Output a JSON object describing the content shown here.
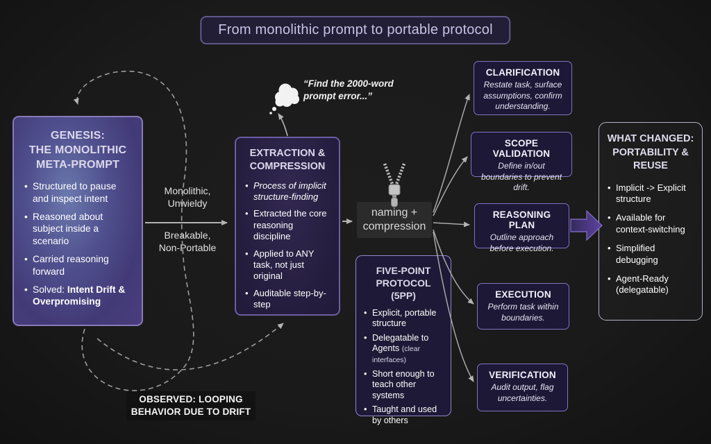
{
  "title": "From monolithic prompt to portable protocol",
  "genesis": {
    "heading": "GENESIS:\nTHE MONOLITHIC\nMETA-PROMPT",
    "bullets": [
      "Structured to pause and inspect intent",
      "Reasoned about subject inside a scenario",
      "Carried reasoning forward"
    ],
    "solved_prefix": "Solved: ",
    "solved_bold": "Intent Drift & Overpromising"
  },
  "flow_labels": {
    "top": "Monolithic,\nUnwieldy",
    "bottom": "Breakable,\nNon-Portable"
  },
  "extraction": {
    "heading": "EXTRACTION &\nCOMPRESSION",
    "bullets": [
      "Process of implicit structure-finding",
      "Extracted the core reasoning discipline",
      "Applied to ANY task, not just original",
      "Auditable step-by-step"
    ]
  },
  "thought_bubble": {
    "text": "“Find the 2000-word\nprompt error...”"
  },
  "naming": {
    "label": "naming +\ncompression"
  },
  "protocol": {
    "heading": "FIVE-POINT\nPROTOCOL (5PP)",
    "bullet1": "Explicit, portable structure",
    "bullet2_main": "Delegatable to Agents ",
    "bullet2_note": "(clear interfaces)",
    "bullet3": "Short enough to teach other systems",
    "bullet4": "Taught and used by others"
  },
  "stages": [
    {
      "title": "CLARIFICATION",
      "desc": "Restate task, surface assumptions, confirm understanding."
    },
    {
      "title": "SCOPE VALIDATION",
      "desc": "Define in/out boundaries to prevent drift."
    },
    {
      "title": "REASONING PLAN",
      "desc": "Outline approach before execution."
    },
    {
      "title": "EXECUTION",
      "desc": "Perform task within boundaries."
    },
    {
      "title": "VERIFICATION",
      "desc": "Audit output, flag uncertainties."
    }
  ],
  "outcome": {
    "heading": "WHAT CHANGED:\nPORTABILITY &\nREUSE",
    "bullets": [
      "Implicit -> Explicit structure",
      "Available for context-switching",
      "Simplified debugging",
      "Agent-Ready (delegatable)"
    ]
  },
  "observed_label": "OBSERVED: LOOPING\nBEHAVIOR DUE TO DRIFT",
  "icons": {
    "thought_cloud": "thought-cloud-icon",
    "zipper": "zipper-icon"
  },
  "colors": {
    "background": "#1a1a1a",
    "panel_fill": "#1c1836",
    "panel_border": "#8273c2",
    "arrow_gray": "#b3b3b3",
    "accent_purple": "#8a6fd0",
    "title_text": "#c9c2e4"
  }
}
